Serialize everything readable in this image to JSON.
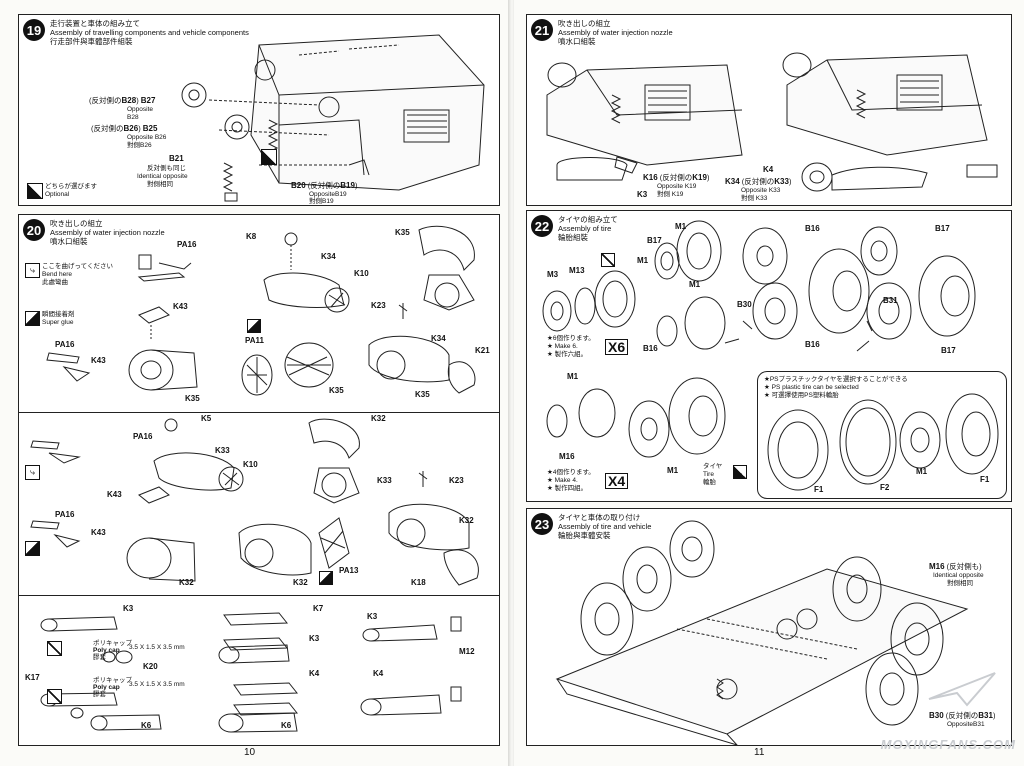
{
  "page_left": {
    "page_number": "10",
    "step19": {
      "number": "19",
      "title_jp": "走行装置と車体の組み立て",
      "title_en": "Assembly of travelling components and vehicle components",
      "title_cn": "行走部件與車體部件組裝",
      "optional_jp": "どちらが選びます",
      "optional_en": "Optional",
      "labels": {
        "b28_prefix": "(反対側の",
        "b28": "B28",
        "b28_suffix": ")",
        "b27": "B27",
        "b28_sub1": "Opposite",
        "b28_sub1b": "B28",
        "b28_sub2": "對側B28",
        "b26_prefix": "(反対側の",
        "b26": "B26",
        "b26_suffix": ")",
        "b25": "B25",
        "b26_sub1": "Opposite",
        "b26_sub1b": "B26",
        "b26_sub2": "對側B26",
        "b21": "B21",
        "b21_jp": "反対側も同じ",
        "b21_en": "Identical opposite",
        "b21_cn": "對側相同",
        "b20": "B20",
        "b19_prefix": "(反対側の",
        "b19": "B19",
        "b19_suffix": ")",
        "b19_sub1": "Opposite",
        "b19_sub1b": "B19",
        "b19_sub2": "對側B19"
      }
    },
    "step20": {
      "number": "20",
      "title_jp": "吹き出しの組立",
      "title_en": "Assembly of water injection nozzle",
      "title_cn": "噴水口組裝",
      "bend_jp": "ここを曲げってください",
      "bend_en": "Bend here",
      "bend_cn": "此處彎曲",
      "glue_jp": "瞬間接着剤",
      "glue_en": "Super glue",
      "labels_a": {
        "pa16": "PA16",
        "k8": "K8",
        "k34": "K34",
        "k10": "K10",
        "k35a": "K35",
        "k43": "K43",
        "k23": "K23",
        "pa16b": "PA16",
        "k43b": "K43",
        "pa11": "PA11",
        "k35b": "K35",
        "k35c": "K35",
        "k34b": "K34",
        "k21": "K21",
        "k35d": "K35"
      },
      "labels_b": {
        "pa16": "PA16",
        "k5": "K5",
        "k33": "K33",
        "k10": "K10",
        "k32a": "K32",
        "k43": "K43",
        "k33b": "K33",
        "k23": "K23",
        "pa16b": "PA16",
        "k43b": "K43",
        "k32b": "K32",
        "k32c": "K32",
        "k32d": "K32",
        "pa13": "PA13",
        "k18": "K18"
      },
      "labels_c": {
        "k3": "K3",
        "polycap_jp": "ポリキャップ",
        "polycap_en": "Poly cap",
        "polycap_cn": "膠套",
        "dim": "3.5 X 1.5 X 3.5",
        "mm": "mm",
        "k20": "K20",
        "k17": "K17",
        "polycap2_jp": "ポリキャップ",
        "polycap2_en": "Poly cap",
        "polycap2_cn": "膠套",
        "dim2": "3.5 X 1.5 X 3.5",
        "mm2": "mm",
        "k6": "K6",
        "k7": "K7",
        "k3b": "K3",
        "k4": "K4",
        "k6b": "K6",
        "k3c": "K3",
        "m12": "M12",
        "k4b": "K4"
      }
    }
  },
  "page_right": {
    "page_number": "11",
    "step21": {
      "number": "21",
      "title_jp": "吹き出しの組立",
      "title_en": "Assembly of water injection nozzle",
      "title_cn": "噴水口組裝",
      "labels": {
        "k16": "K16",
        "k19_prefix": "(反対側の",
        "k19": "K19",
        "k19_suffix": ")",
        "k19_sub1": "Opposite",
        "k19_sub1b": "K19",
        "k19_sub2": "對側 K19",
        "k3": "K3",
        "k4": "K4",
        "k34": "K34",
        "k33_prefix": "(反対側の",
        "k33": "K33",
        "k33_suffix": ")",
        "k33_sub1": "Opposite",
        "k33_sub1b": "K33",
        "k33_sub2": "對側 K33"
      }
    },
    "step22": {
      "number": "22",
      "title_jp": "タイヤの組み立て",
      "title_en": "Assembly of tire",
      "title_cn": "輪胎組裝",
      "labels": {
        "m1a": "M1",
        "b17a": "B17",
        "m1b": "M1",
        "m3": "M3",
        "m13": "M13",
        "b16a": "B16",
        "b17b": "B17",
        "m1c": "M1",
        "b30": "B30",
        "b31": "B31",
        "b16b": "B16",
        "b16c": "B16",
        "b17c": "B17",
        "make6_jp": "★6個作ります。",
        "make6_en": "★ Make 6.",
        "make6_cn": "★ 製作六組。",
        "x6": "X6",
        "m1d": "M1",
        "m16": "M16",
        "m1e": "M1",
        "tire_jp": "タイヤ",
        "tire_en": "Tire",
        "tire_cn": "輪胎",
        "make4_jp": "★4個作ります。",
        "make4_en": "★ Make 4.",
        "make4_cn": "★ 製作四組。",
        "x4": "X4",
        "ps_jp": "★PSプラスチックタイヤを選択することができる",
        "ps_en": "★ PS plastic tire can be selected",
        "ps_cn": "★ 可選擇使用PS塑料輪胎",
        "f1a": "F1",
        "f2": "F2",
        "m1f": "M1",
        "f1b": "F1"
      }
    },
    "step23": {
      "number": "23",
      "title_jp": "タイヤと車体の取り付け",
      "title_en": "Assembly of tire and vehicle",
      "title_cn": "輪胎與車體安裝",
      "labels": {
        "m16": "M16",
        "m16_prefix": "(反対側も",
        "m16_suffix": ")",
        "m16_en": "Identical opposite",
        "m16_cn": "對側相同",
        "b30": "B30",
        "b31_prefix": "(反対側の",
        "b31": "B31",
        "b31_suffix": ")",
        "b31_sub1": "Opposite",
        "b31_sub1b": "B31"
      }
    },
    "watermark": "MOXINGFANS.COM"
  }
}
